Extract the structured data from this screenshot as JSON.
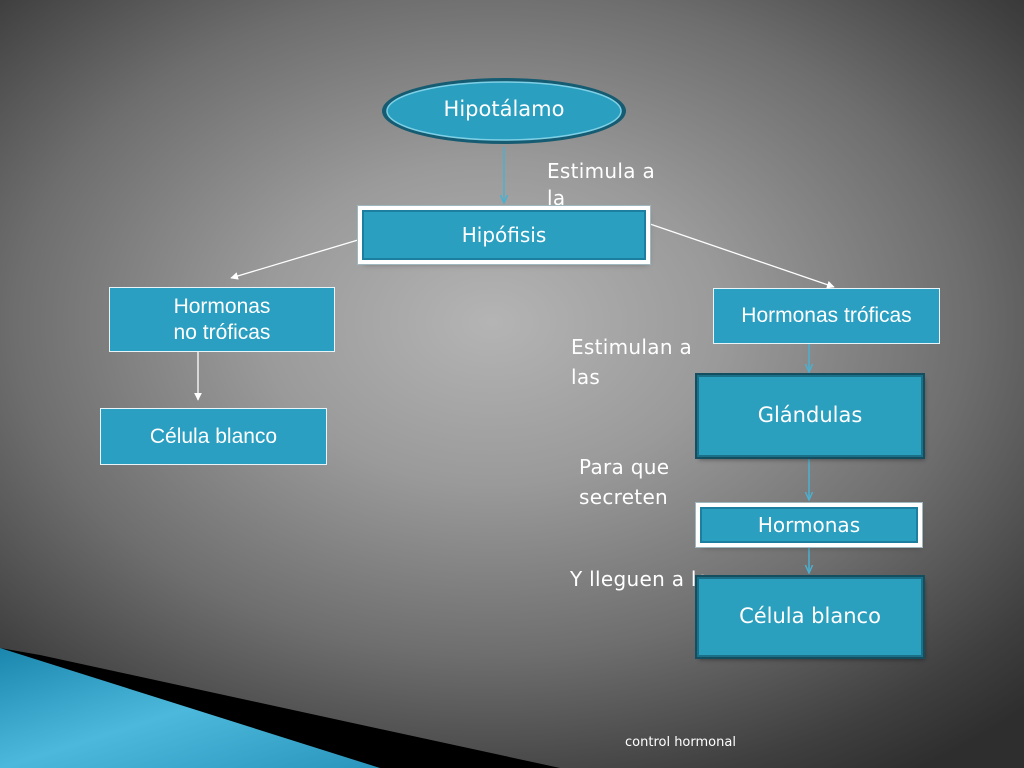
{
  "nodes": {
    "hipotalamo": "Hipotálamo",
    "hipofisis": "Hipófisis",
    "hormonas_no_troficas": [
      "Hormonas",
      "no tróficas"
    ],
    "celula_blanco_left": "Célula blanco",
    "hormonas_troficas": "Hormonas tróficas",
    "glandulas": "Glándulas",
    "hormonas": "Hormonas",
    "celula_blanco_right": "Célula blanco"
  },
  "connector_labels": {
    "estimula": [
      "Estimula a",
      "la"
    ],
    "estimulan": [
      "Estimulan a",
      "las"
    ],
    "para_que": [
      "Para que",
      "secreten"
    ],
    "lleguen": "Y lleguen a la"
  },
  "footer": "control hormonal",
  "colors": {
    "node_fill": "#2a9fc1",
    "connector": "#4ab0d0",
    "arrow_white": "#ffffff"
  }
}
